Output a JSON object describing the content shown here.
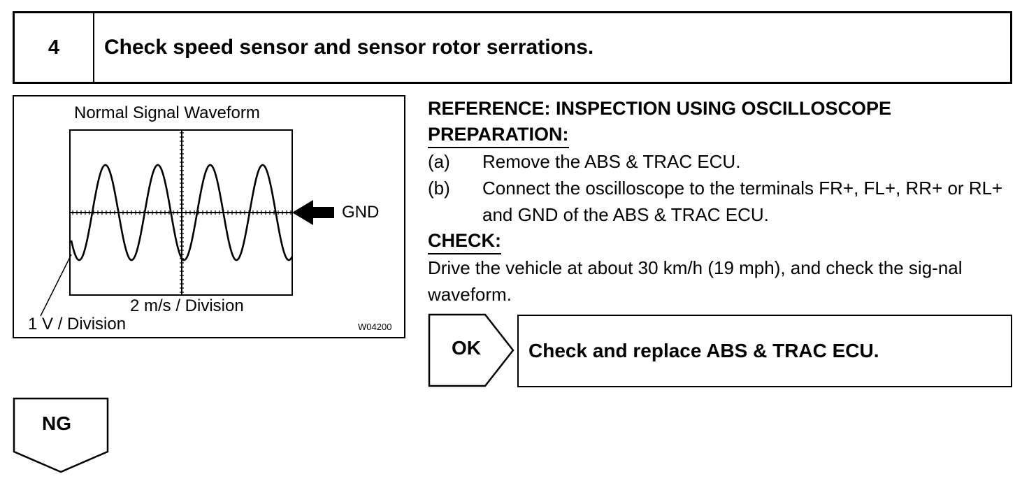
{
  "step": {
    "number": "4",
    "title": "Check speed sensor and sensor rotor serrations."
  },
  "figure": {
    "title": "Normal Signal Waveform",
    "gnd_label": "GND",
    "time_division": "2 m/s / Division",
    "volt_division": "1 V / Division",
    "code": "W04200"
  },
  "reference": {
    "heading": "REFERENCE: INSPECTION USING OSCILLOSCOPE",
    "preparation_label": "PREPARATION:",
    "steps": [
      {
        "mark": "(a)",
        "text": "Remove the ABS & TRAC ECU."
      },
      {
        "mark": "(b)",
        "text": "Connect the oscilloscope to the terminals FR+, FL+, RR+ or RL+ and GND of the ABS & TRAC ECU."
      }
    ],
    "check_label": "CHECK:",
    "check_text": "Drive the vehicle at about 30 km/h (19 mph), and check the sig-nal waveform."
  },
  "results": {
    "ok_label": "OK",
    "ok_action": "Check and replace ABS & TRAC ECU.",
    "ng_label": "NG"
  }
}
